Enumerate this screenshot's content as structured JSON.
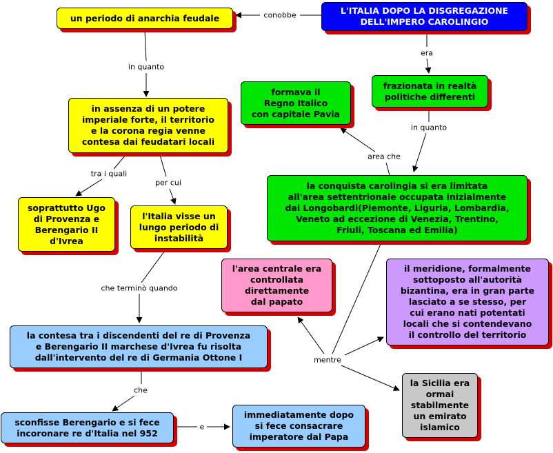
{
  "colors": {
    "yellow": "#ffff00",
    "green": "#00e600",
    "blue": "#0000ff",
    "pink": "#ff99cc",
    "lightblue": "#99ccff",
    "violet": "#cc99ff",
    "gray": "#c8c8c8",
    "shadow": "#d40000"
  },
  "nodes": {
    "main_topic": "L'ITALIA DOPO LA DISGREGAZIONE\nDELL'IMPERO CAROLINGIO",
    "anarchia": "un periodo di anarchia feudale",
    "assenza_potere": "in assenza di un potere\nimperiale forte, il territorio\ne la corona regia venne\ncontesa dai feudatari locali",
    "ugo_berengario": "soprattutto Ugo\ndi Provenza e\nBerengario II\nd'Ivrea",
    "instabilita": "l'Italia visse un\nlungo periodo di\ninstabilità",
    "contesa_ottone": "la contesa tra i discendenti del re di Provenza\ne Berengario II marchese d'Ivrea fu risolta\ndall'intervento del re di Germania Ottone I",
    "sconfisse": "sconfisse Berengario e si fece\nincoronare re d'Italia nel 952",
    "imperatore": "immediatamente dopo\nsi fece consacrare\nimperatore dal Papa",
    "regno_italico": "formava il\nRegno Italico\ncon capitale Pavia",
    "frazionata": "frazionata in realtà\npolitiche differenti",
    "conquista": "la conquista carolingia si era limitata\nall'area settentrionale occupata inizialmente\ndai Longobardi(Piemonte, Liguria, Lombardia,\nVeneto ad eccezione di Venezia, Trentino,\nFriuli, Toscana ed Emilia)",
    "area_centrale": "l'area centrale era\ncontrollata\ndirettamente\ndal papato",
    "meridione": "il meridione, formalmente\nsottoposto all'autorità\nbizantina, era in gran parte\nlasciato a se stesso, per\ncui erano nati potentati\nlocali che si contendevano\nil controllo del territorio",
    "sicilia": "la Sicilia era\normai\nstabilmente\nun emirato\nislamico"
  },
  "link_labels": {
    "conobbe": "conobbe",
    "era": "era",
    "in_quanto_1": "in quanto",
    "in_quanto_2": "in quanto",
    "area_che": "area che",
    "tra_i_quali": "tra i quali",
    "per_cui": "per cui",
    "che_termino": "che terminò quando",
    "che": "che",
    "e": "e",
    "mentre": "mentre"
  }
}
